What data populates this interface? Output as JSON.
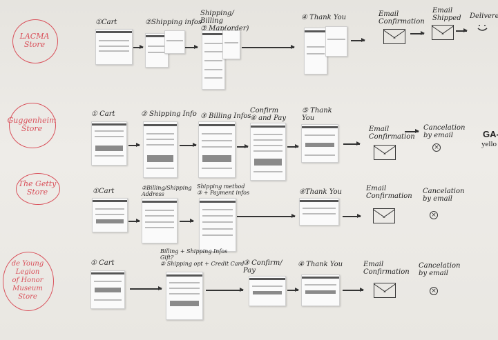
{
  "title": "Checkout flow whiteboard",
  "rows": [
    {
      "store": "LACMA Store",
      "steps": [
        "①Cart",
        "②Shipping infos",
        "Shipping/\nBilling\n③ Map(order)",
        "④ Thank You",
        "Email\nConfirmation",
        "Email\nShipped",
        "Delivered"
      ]
    },
    {
      "store": "Guggenheim\nStore",
      "steps": [
        "① Cart",
        "② Shipping Info",
        "③ Billing Infos",
        "Confirm\n④ and Pay",
        "⑤ Thank\nYou",
        "Email\nConfirmation",
        "Cancelation\nby email"
      ]
    },
    {
      "store": "The Getty\nStore",
      "steps": [
        "①Cart",
        "②Billing/Shipping\nAddress",
        "Shipping method\n③ + Payment infos",
        "④Thank You",
        "Email\nConfirmation",
        "Cancelation\nby email"
      ]
    },
    {
      "store": "de Young Legion\nof Honor\nMuseum Store",
      "steps": [
        "① Cart",
        "Billing + Shipping Infos\nGift?\n② Shipping opt + Credit Card",
        "③ Confirm/\nPay",
        "④ Thank You",
        "Email\nConfirmation",
        "Cancelation\nby email"
      ]
    }
  ],
  "edge_text": {
    "partial_title": "GA-",
    "partial_sub": "yello"
  },
  "colors": {
    "board": "#eceae6",
    "marker_red": "#d9505a",
    "marker_black": "#222222"
  }
}
